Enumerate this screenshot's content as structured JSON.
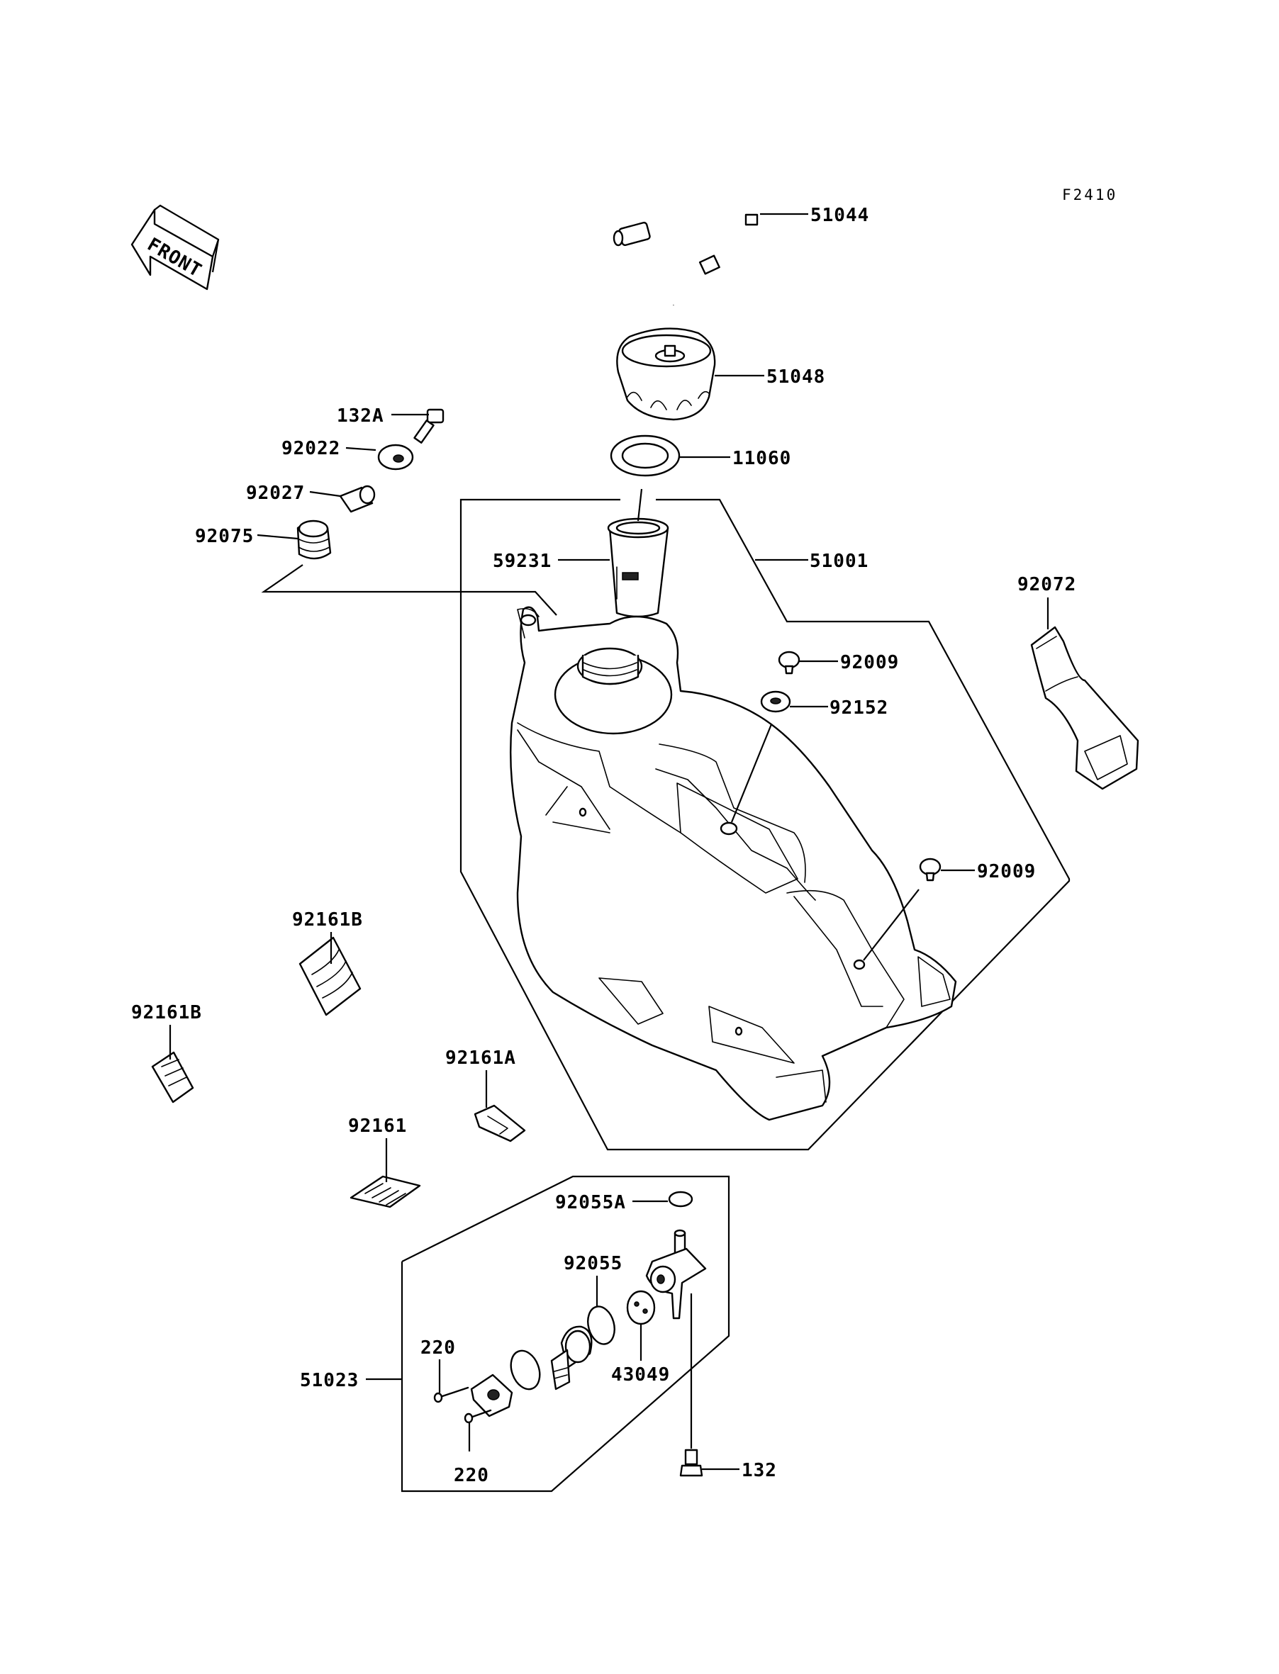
{
  "figure_code": "F2410",
  "front_label": "FRONT",
  "callouts": {
    "p51044": "51044",
    "p51048": "51048",
    "p132A": "132A",
    "p92022": "92022",
    "p11060": "11060",
    "p92027": "92027",
    "p92075": "92075",
    "p59231": "59231",
    "p51001": "51001",
    "p92072": "92072",
    "p92009_a": "92009",
    "p92152": "92152",
    "p92009_b": "92009",
    "p92161B_a": "92161B",
    "p92161B_b": "92161B",
    "p92161A": "92161A",
    "p92161": "92161",
    "p92055A": "92055A",
    "p92055": "92055",
    "p220_a": "220",
    "p43049": "43049",
    "p51023": "51023",
    "p220_b": "220",
    "p132": "132"
  }
}
